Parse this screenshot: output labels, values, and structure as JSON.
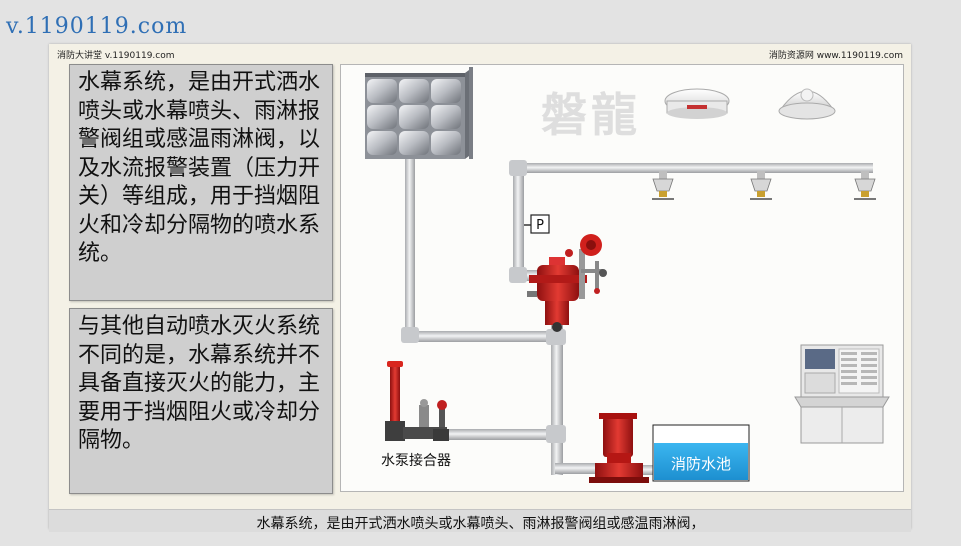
{
  "watermark": {
    "url": "v.1190119.com"
  },
  "slide": {
    "header_left": "消防大讲堂 v.1190119.com",
    "header_right": "消防资源网 www.1190119.com",
    "text_box_1": "水幕系统，是由开式洒水喷头或水幕喷头、雨淋报警阀组或感温雨淋阀，以及水流报警装置（压力开关）等组成，用于挡烟阻火和冷却分隔物的喷水系统。",
    "text_box_2": "与其他自动喷水灭火系统不同的是，水幕系统并不具备直接灭火的能力，主要用于挡烟阻火或冷却分隔物。",
    "diagram": {
      "logo_text": "磐龍",
      "pressure_switch_label": "P",
      "pump_adapter_label": "水泵接合器",
      "water_pool_label": "消防水池",
      "colors": {
        "pipe": "#d9dadc",
        "valve": "#c8201e",
        "pool": "#29a9e8"
      }
    }
  },
  "subtitle": "水幕系统，是由开式洒水喷头或水幕喷头、雨淋报警阀组或感温雨淋阀，"
}
